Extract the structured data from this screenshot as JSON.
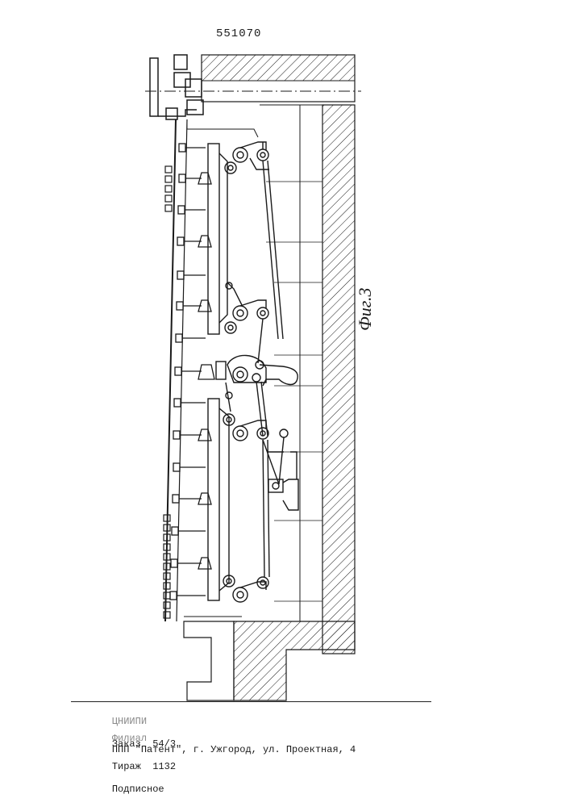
{
  "document": {
    "patent_number": "551070",
    "figure_label": "Фиг.3"
  },
  "imprint": {
    "line1": {
      "org": "ЦНИИПИ",
      "order": "Заказ  54/3",
      "circulation": "Тираж  1132",
      "type": "Подписное"
    },
    "line2": {
      "branch_prefix": "Филиал",
      "rest": "ППП \"Патент\", г. Ужгород, ул. Проектная, 4"
    }
  },
  "colors": {
    "ink": "#1a1a1a",
    "paper": "#ffffff",
    "faint_ink": "#8a8a8a"
  }
}
